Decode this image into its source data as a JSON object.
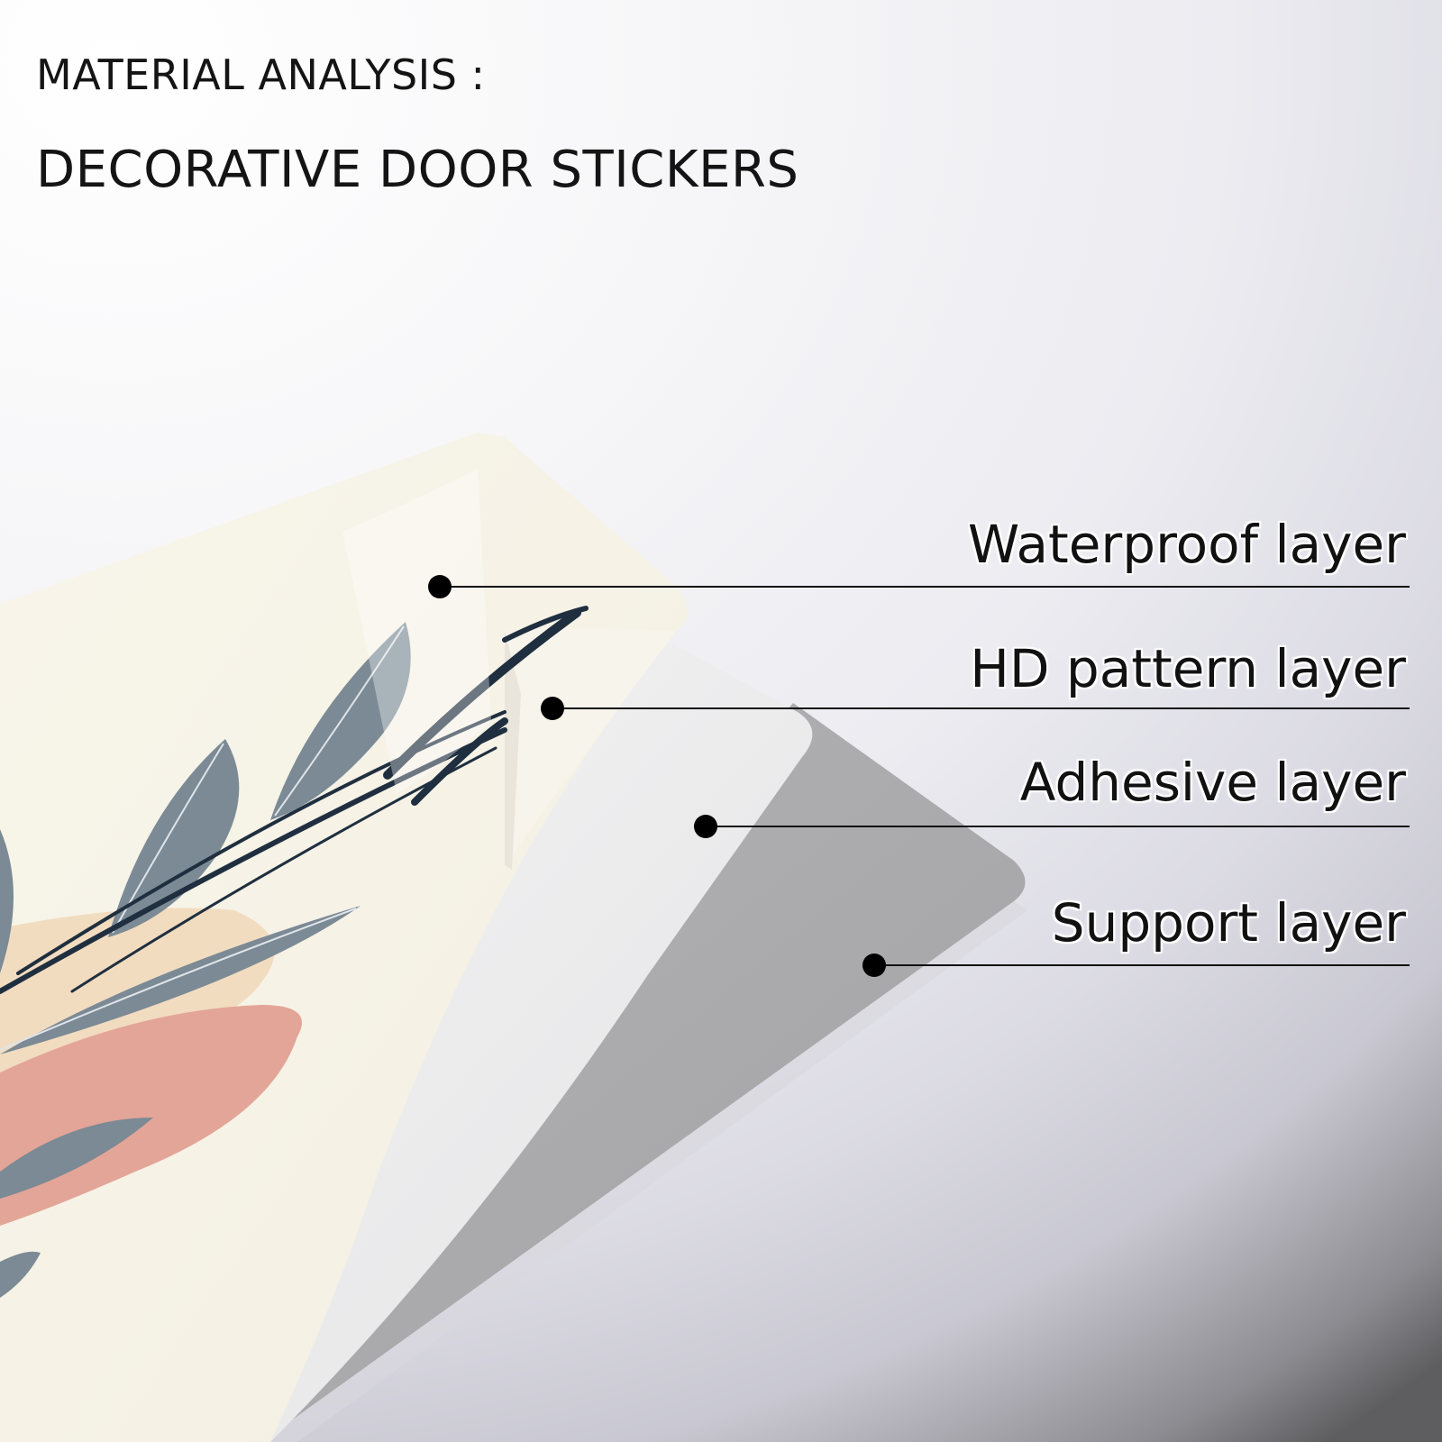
{
  "header": {
    "title": "MATERIAL ANALYSIS :",
    "subtitle": "DECORATIVE DOOR STICKERS"
  },
  "layers": [
    {
      "label": "Waterproof layer"
    },
    {
      "label": "HD pattern layer"
    },
    {
      "label": "Adhesive layer"
    },
    {
      "label": "Support layer"
    }
  ],
  "colors": {
    "sticker_cream": "#f5f1e6",
    "leaf_gray": "#7c8a94",
    "leaf_navy": "#1e2e3e",
    "blob_peach": "#f1dcc0",
    "blob_coral": "#e3a597",
    "support_gray": "#a9a9ab",
    "adhesive_white": "#eeeeee"
  }
}
